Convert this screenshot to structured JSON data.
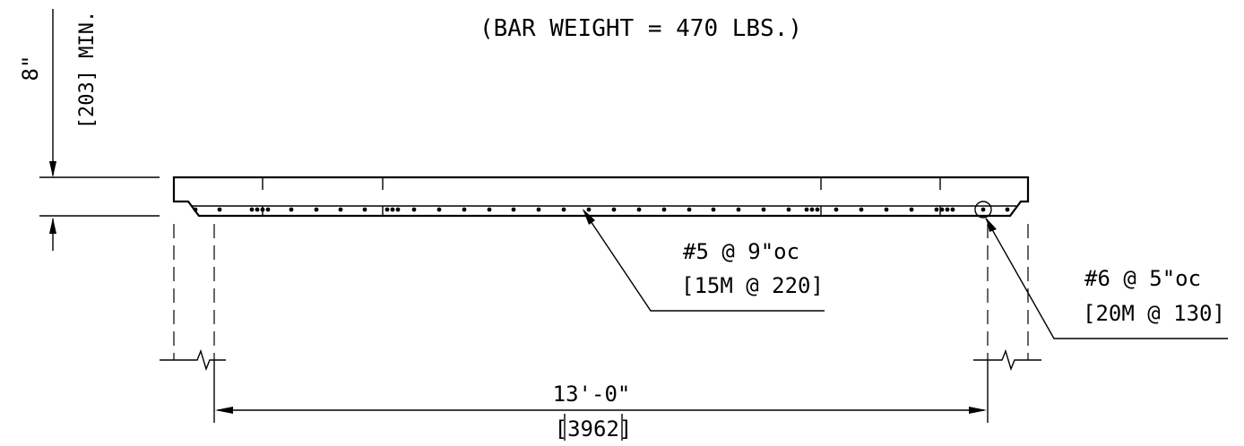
{
  "title": "(BAR WEIGHT = 470 LBS.)",
  "thickness": {
    "imperial": "8\"",
    "metric_min": "[203] MIN."
  },
  "span": {
    "imperial": "13'-0\"",
    "metric": "[3962]"
  },
  "callout_main": {
    "line1": "#5 @ 9\"oc",
    "line2": "[15M @ 220]"
  },
  "callout_edge": {
    "line1": "#6 @ 5\"oc",
    "line2": "[20M @ 130]"
  }
}
